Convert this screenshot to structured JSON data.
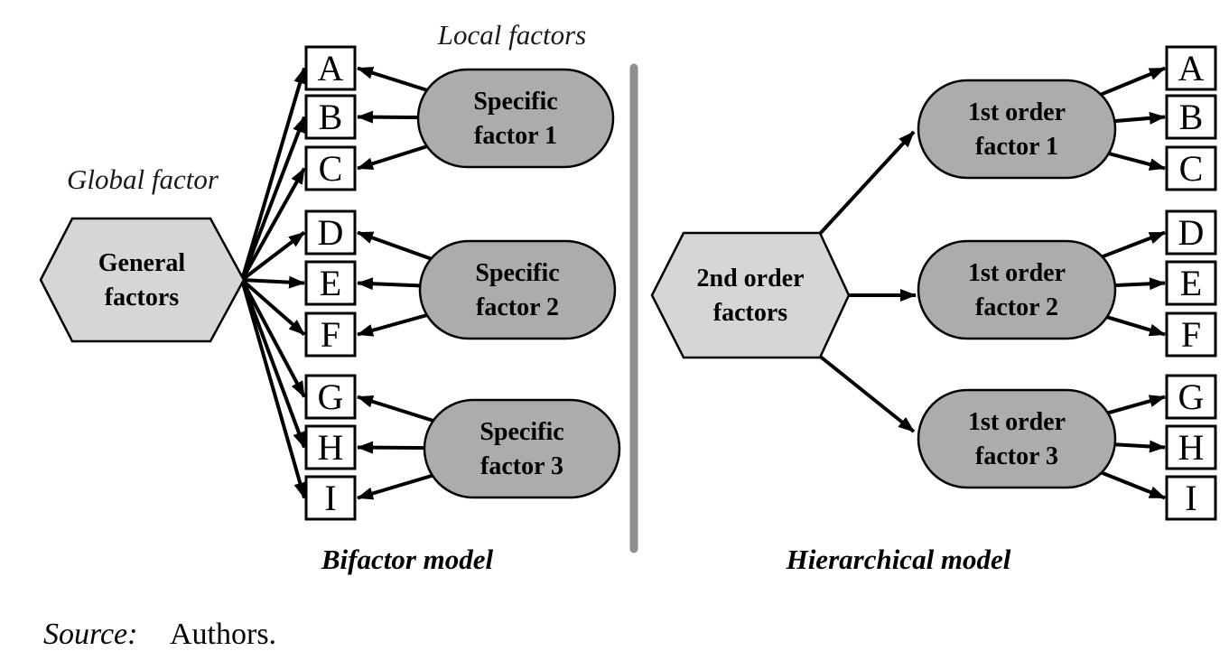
{
  "colors": {
    "hexagon_fill": "#d6d6d6",
    "oval_fill": "#acacac",
    "box_fill": "#ffffff",
    "divider": "#8e8e8e",
    "ink": "#000000"
  },
  "indicators": [
    "A",
    "B",
    "C",
    "D",
    "E",
    "F",
    "G",
    "H",
    "I"
  ],
  "bifactor": {
    "title": "Bifactor model",
    "global_label": "Global factor",
    "local_label": "Local factors",
    "hexagon": {
      "line1": "General",
      "line2": "factors"
    },
    "factors": [
      {
        "line1": "Specific",
        "line2": "factor 1"
      },
      {
        "line1": "Specific",
        "line2": "factor 2"
      },
      {
        "line1": "Specific",
        "line2": "factor 3"
      }
    ]
  },
  "hierarchical": {
    "title": "Hierarchical model",
    "hexagon": {
      "line1": "2nd order",
      "line2": "factors"
    },
    "factors": [
      {
        "line1": "1st order",
        "line2": "factor 1"
      },
      {
        "line1": "1st order",
        "line2": "factor 2"
      },
      {
        "line1": "1st order",
        "line2": "factor 3"
      }
    ]
  },
  "source": {
    "prefix": "Source:",
    "text": "Authors."
  }
}
